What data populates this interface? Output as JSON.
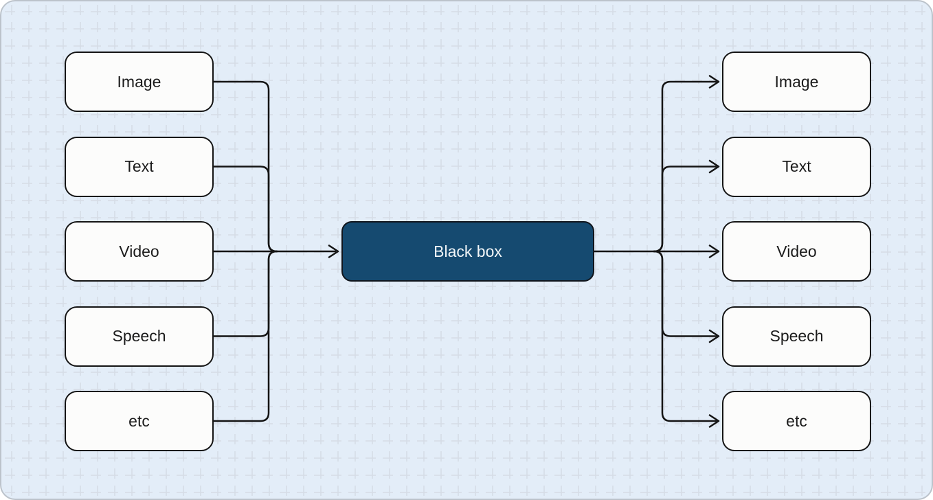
{
  "diagram": {
    "inputs": [
      "Image",
      "Text",
      "Video",
      "Speech",
      "etc"
    ],
    "center": "Black box",
    "outputs": [
      "Image",
      "Text",
      "Video",
      "Speech",
      "etc"
    ],
    "colors": {
      "canvas_bg": "#e3edf8",
      "grid_line": "#d6dce6",
      "node_fill": "#fcfcfb",
      "node_border": "#141414",
      "connector": "#141414",
      "center_fill": "#154a70",
      "center_text": "#f2f6f8"
    }
  }
}
